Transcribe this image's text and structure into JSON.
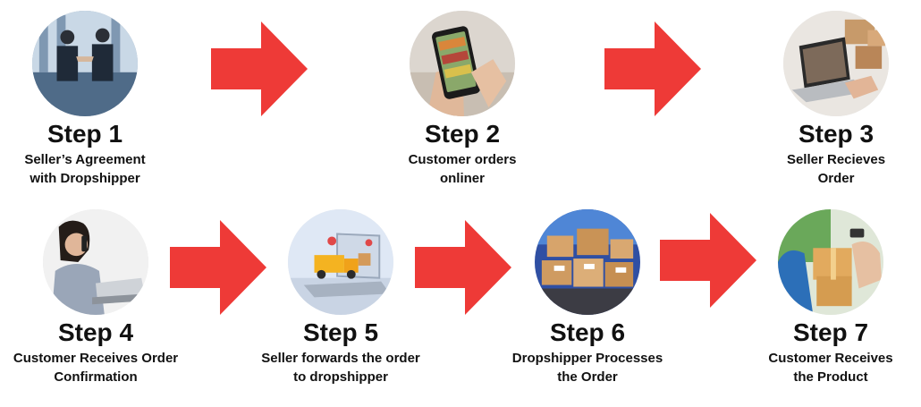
{
  "colors": {
    "arrow": "#ee3a37",
    "text": "#111111"
  },
  "steps": [
    {
      "title": "Step 1",
      "line1": "Seller’s Agreement",
      "line2": "with Dropshipper",
      "icon": "handshake-icon"
    },
    {
      "title": "Step 2",
      "line1": "Customer orders",
      "line2": "onliner",
      "icon": "phone-shopping-icon"
    },
    {
      "title": "Step 3",
      "line1": "Seller Recieves",
      "line2": "Order",
      "icon": "laptop-packages-icon"
    },
    {
      "title": "Step 4",
      "line1": "Customer Receives Order",
      "line2": "Confirmation",
      "icon": "phone-call-icon"
    },
    {
      "title": "Step 5",
      "line1": "Seller forwards the order",
      "line2": "to dropshipper",
      "icon": "delivery-truck-laptop-icon"
    },
    {
      "title": "Step 6",
      "line1": "Dropshipper Processes",
      "line2": "the Order",
      "icon": "cardboard-boxes-icon"
    },
    {
      "title": "Step 7",
      "line1": "Customer Receives",
      "line2": "the Product",
      "icon": "package-handoff-icon"
    }
  ]
}
